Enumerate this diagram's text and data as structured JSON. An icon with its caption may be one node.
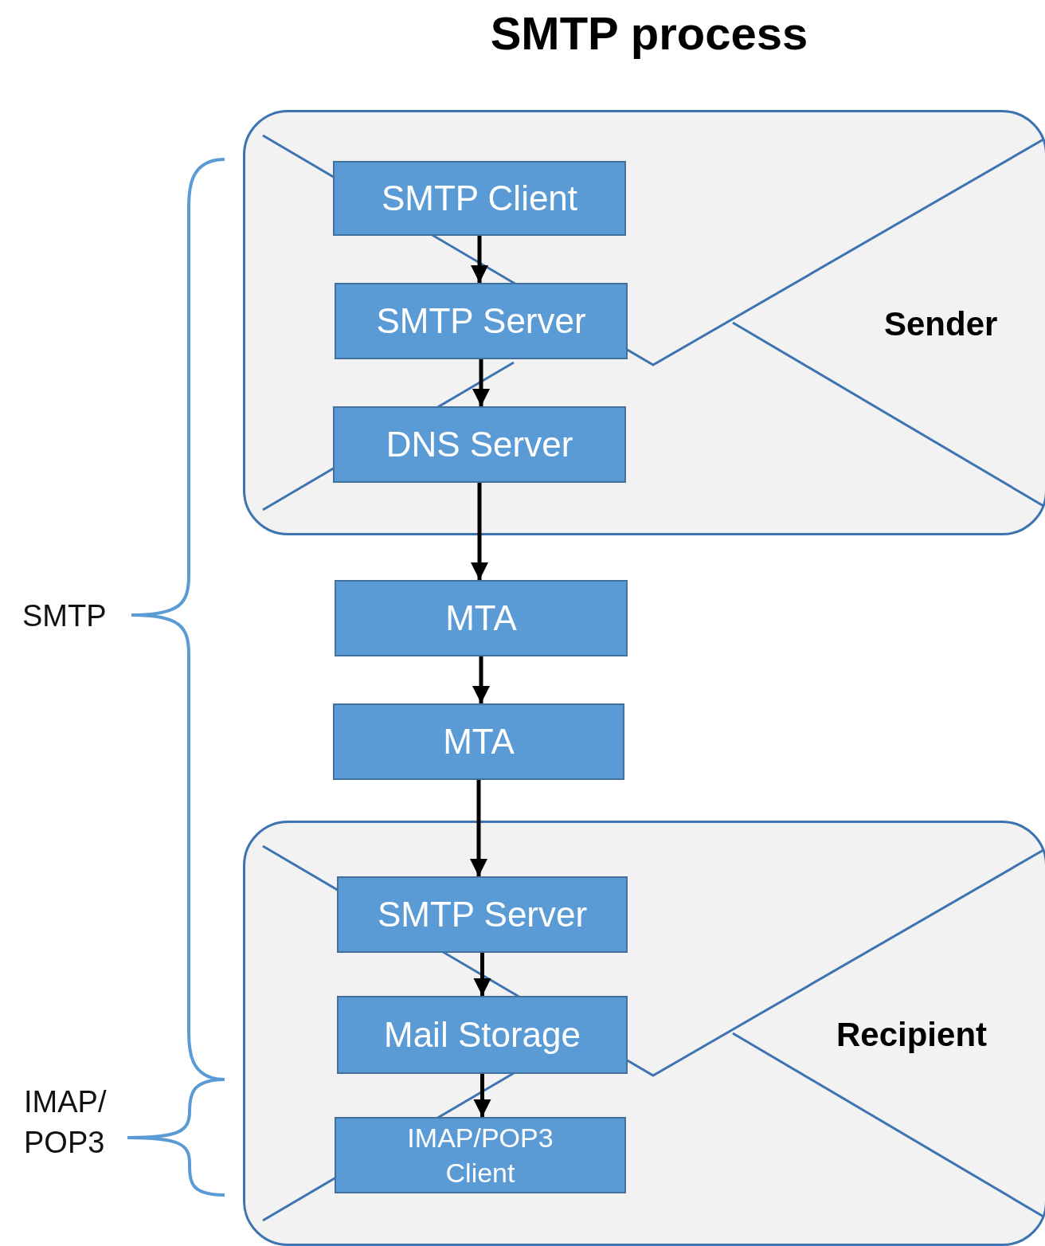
{
  "diagram": {
    "title": "SMTP process",
    "nodes": [
      {
        "text": [
          "Sender"
        ]
      },
      {
        "text": [
          "SMTP Client"
        ],
        "in": 0
      },
      {
        "text": [
          "SMTP Server"
        ],
        "in": 0
      },
      {
        "text": [
          "DNS Server"
        ],
        "in": 0
      },
      {
        "text": [
          "MTA"
        ]
      },
      {
        "text": [
          "MTA"
        ]
      },
      {
        "text": [
          "Recipient"
        ]
      },
      {
        "text": [
          "SMTP Server"
        ],
        "in": 6
      },
      {
        "text": [
          "Mail Storage"
        ],
        "in": 6
      },
      {
        "text": [
          "IMAP/POP3 Client"
        ],
        "in": 6
      }
    ],
    "edges": [
      {
        "from": 1,
        "to": 2,
        "arrow": "to"
      },
      {
        "from": 2,
        "to": 3,
        "arrow": "to"
      },
      {
        "from": 3,
        "to": 4,
        "arrow": "to"
      },
      {
        "from": 4,
        "to": 5,
        "arrow": "to"
      },
      {
        "from": 5,
        "to": 7,
        "arrow": "to"
      },
      {
        "from": 7,
        "to": 8,
        "arrow": "to"
      },
      {
        "from": 8,
        "to": 9,
        "arrow": "to"
      }
    ],
    "labels": [
      "SMTP",
      "IMAP/ POP3"
    ]
  }
}
